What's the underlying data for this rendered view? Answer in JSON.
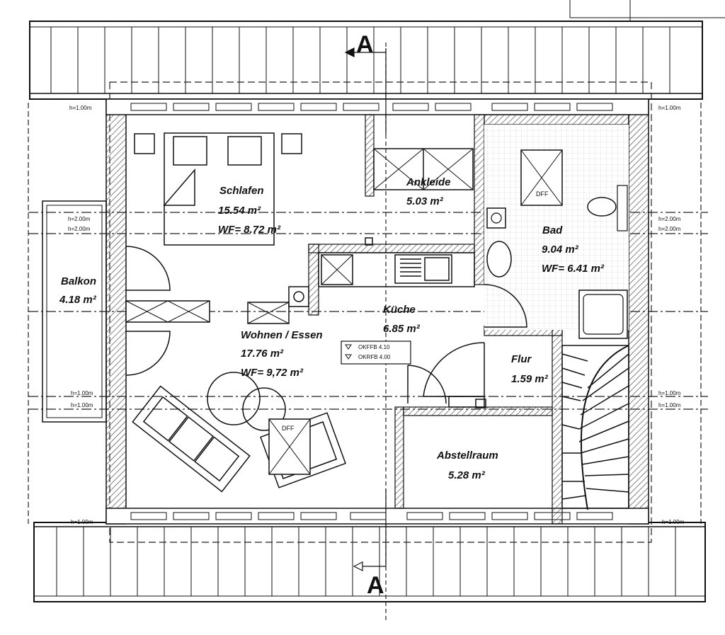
{
  "section": {
    "top": "A",
    "bottom": "A"
  },
  "rooms": {
    "schlafen": {
      "name": "Schlafen",
      "area": "15.54 m²",
      "wf": "WF= 8.72 m²"
    },
    "ankleide": {
      "name": "Ankleide",
      "area": "5.03 m²"
    },
    "bad": {
      "name": "Bad",
      "area": "9.04 m²",
      "wf": "WF= 6.41 m²"
    },
    "balkon": {
      "name": "Balkon",
      "area": "4.18 m²"
    },
    "kueche": {
      "name": "Küche",
      "area": "6.85 m²"
    },
    "wohnen": {
      "name": "Wohnen / Essen",
      "area": "17.76 m²",
      "wf": "WF= 9,72 m²"
    },
    "flur": {
      "name": "Flur",
      "area": "1.59 m²"
    },
    "abstellraum": {
      "name": "Abstellraum",
      "area": "5.28 m²"
    }
  },
  "symbols": {
    "dff1": "DFF",
    "dff2": "DFF"
  },
  "level_notes": {
    "line1": "OKFFB 4.10",
    "line2": "OKRFB 4.00"
  },
  "height_marks": {
    "top_left": "h=1.00m",
    "top_right": "h=1.00m",
    "left_mid1": "h=2.00m",
    "left_mid2": "h=2.00m",
    "right_mid1": "h=2.00m",
    "right_mid2": "h=2.00m",
    "left_low1": "h=1.00m",
    "left_low2": "h=1.00m",
    "right_low1": "h=1.00m",
    "right_low2": "h=1.00m",
    "bottom_left": "h=1.00m",
    "bottom_right": "h=1.00m"
  }
}
